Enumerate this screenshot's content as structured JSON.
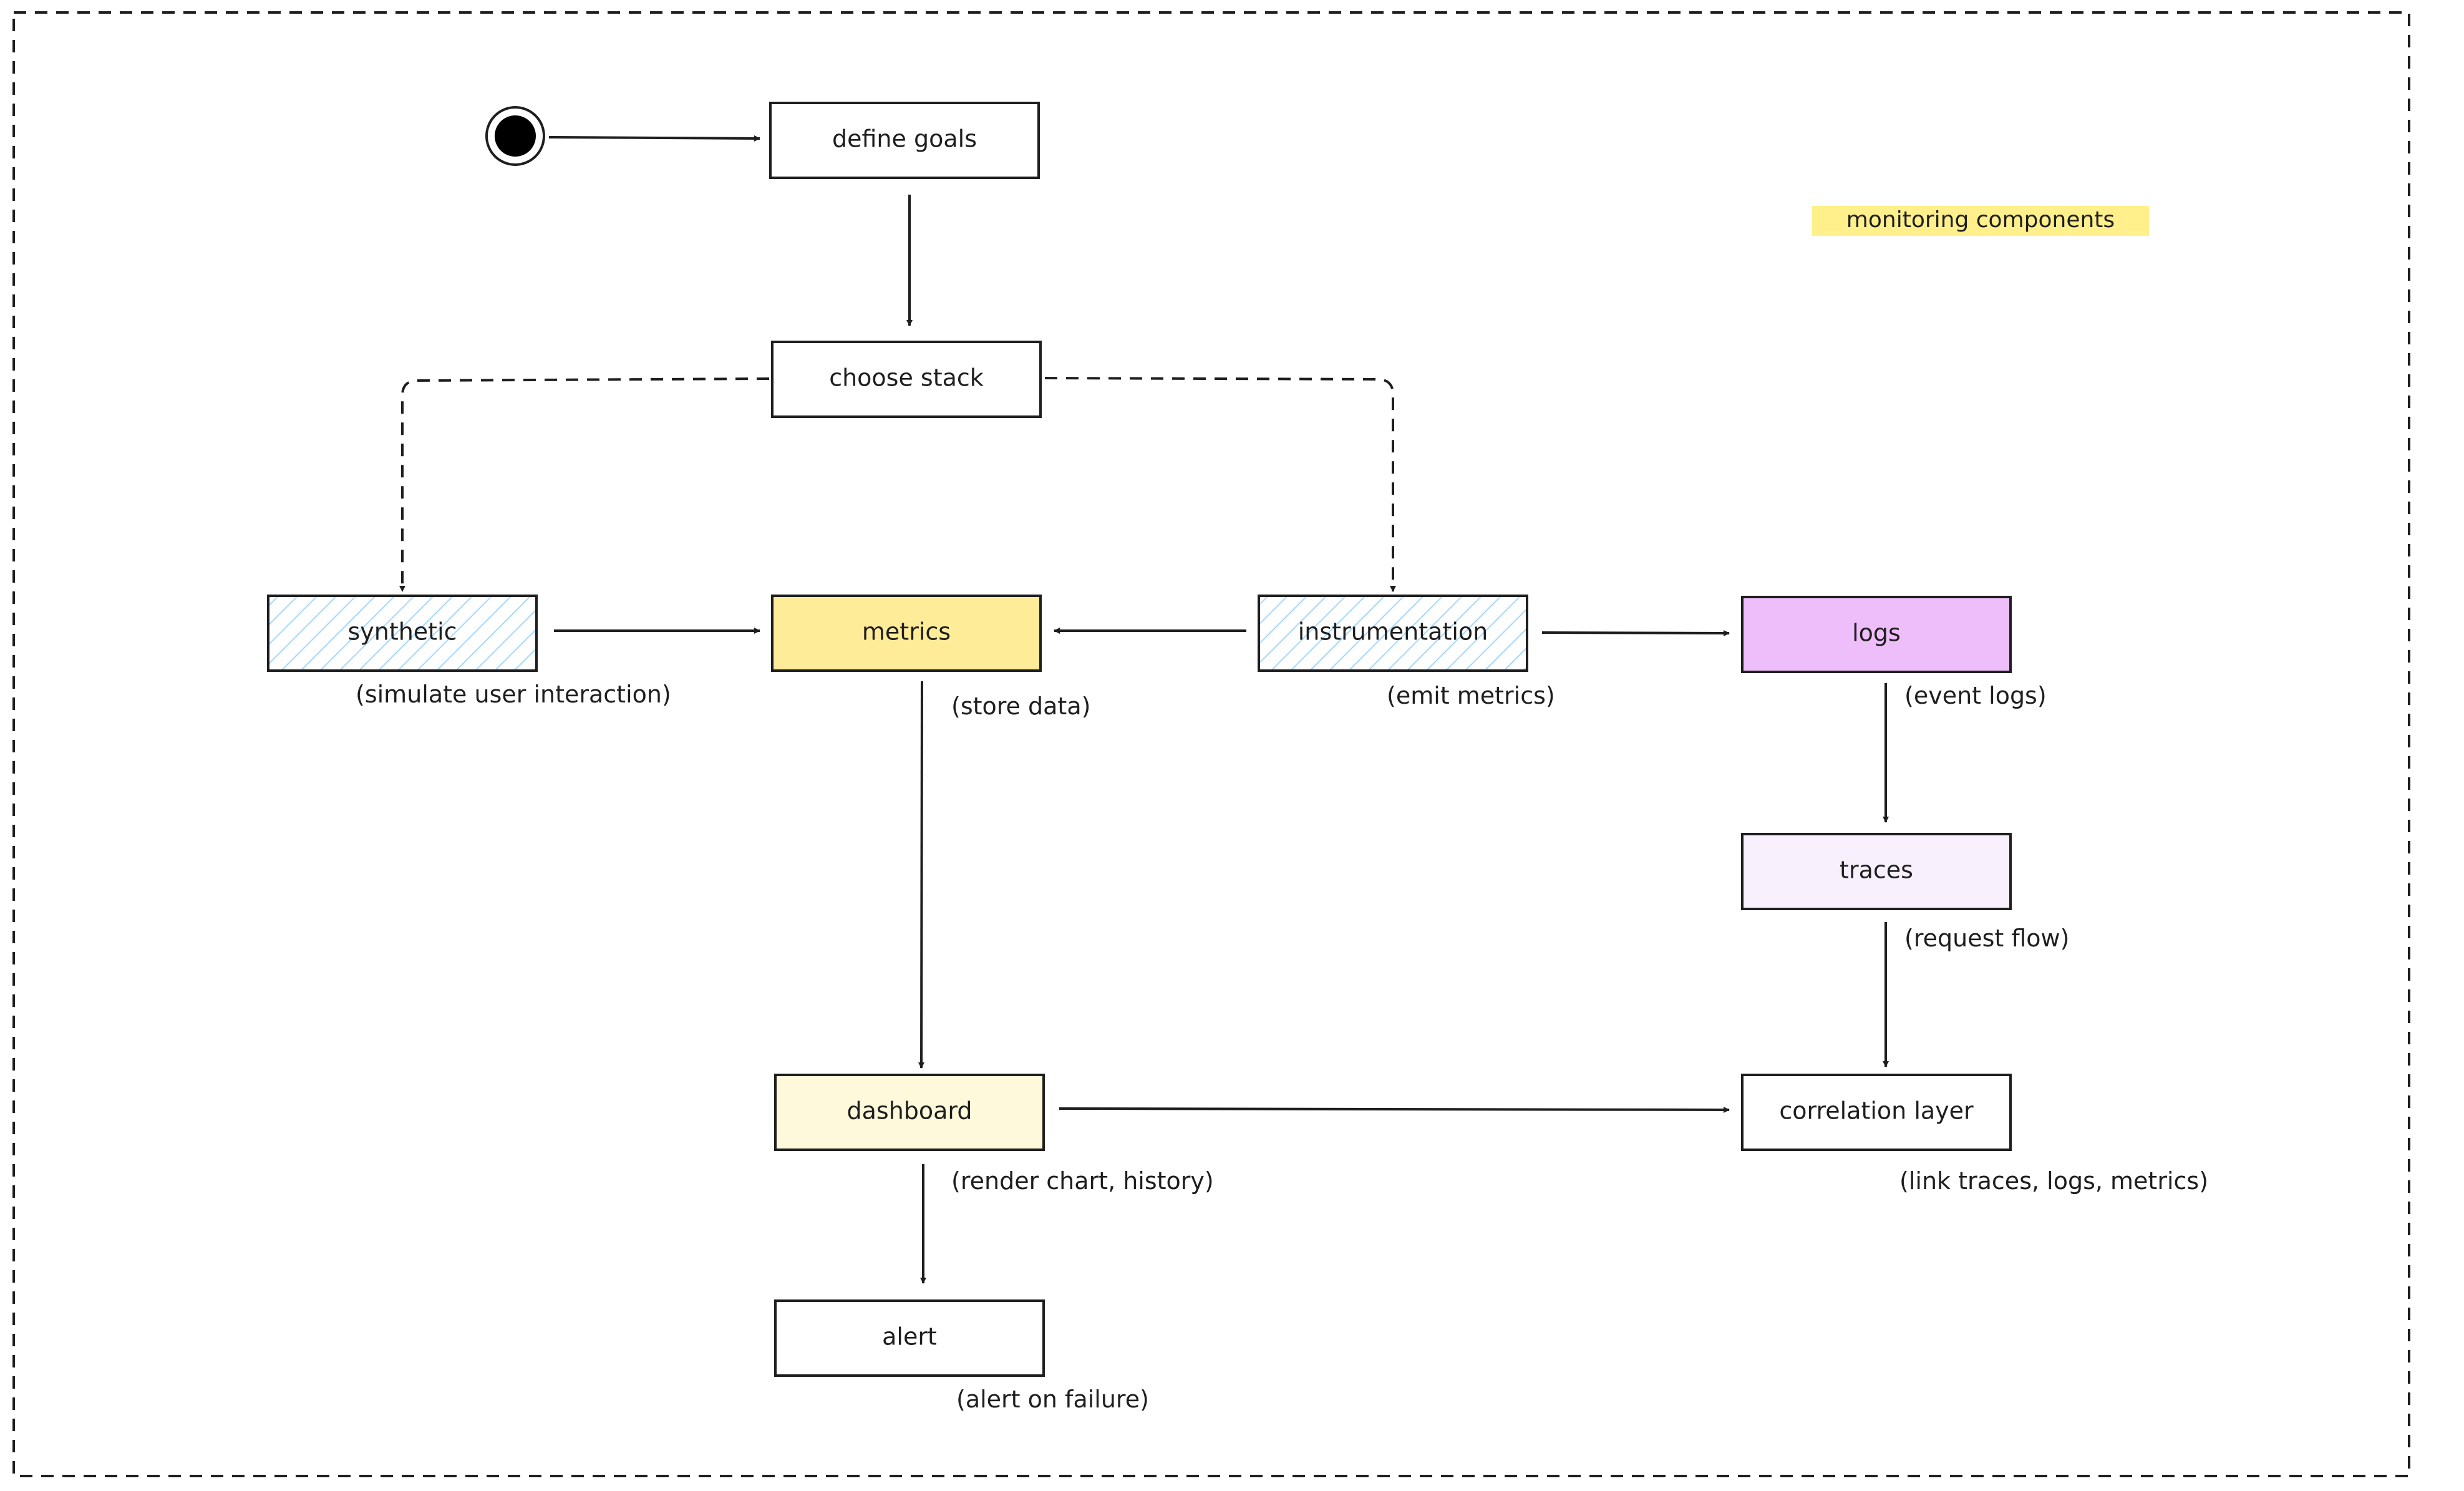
{
  "legend": {
    "label": "monitoring components",
    "color": "#fff08c"
  },
  "colors": {
    "stroke": "#1e1e1e",
    "hatch": "#a5d8ff",
    "metrics_fill": "#ffec99",
    "logs_fill": "#eebefa",
    "traces_fill": "#f8f0fc",
    "dashboard_fill": "#fff9db",
    "plain_fill": "#ffffff"
  },
  "nodes": {
    "define_goals": "define goals",
    "choose_stack": "choose stack",
    "synthetic": "synthetic",
    "metrics": "metrics",
    "instrumentation": "instrumentation",
    "logs": "logs",
    "traces": "traces",
    "dashboard": "dashboard",
    "correlation_layer": "correlation layer",
    "alert": "alert"
  },
  "notes": {
    "synthetic": "(simulate user interaction)",
    "metrics": "(store data)",
    "instrumentation": "(emit metrics)",
    "logs": "(event logs)",
    "traces": "(request flow)",
    "dashboard": "(render chart, history)",
    "correlation_layer": "(link traces, logs, metrics)",
    "alert": "(alert on failure)"
  }
}
